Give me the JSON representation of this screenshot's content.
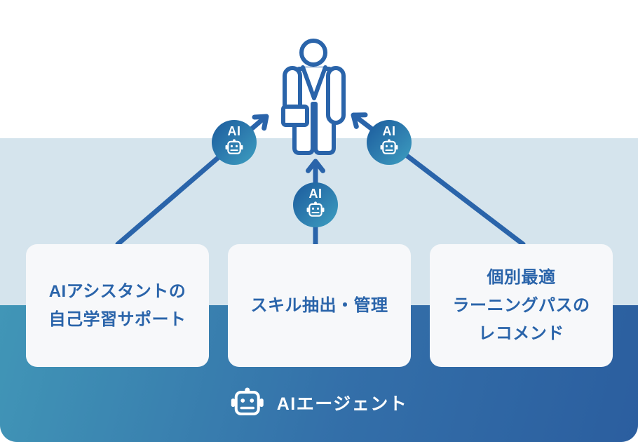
{
  "badges": [
    {
      "label": "AI"
    },
    {
      "label": "AI"
    },
    {
      "label": "AI"
    }
  ],
  "cards": [
    {
      "lines": [
        "AIアシスタントの",
        "自己学習サポート"
      ]
    },
    {
      "lines": [
        "スキル抽出・管理"
      ]
    },
    {
      "lines": [
        "個別最適",
        "ラーニングパスの",
        "レコメンド"
      ]
    }
  ],
  "footer": {
    "label": "AIエージェント"
  },
  "colors": {
    "accent_blue": "#2a64aa",
    "band_light_blue": "#d5e4ed",
    "band_gradient_start": "#4196b7",
    "band_gradient_end": "#2b5e9f",
    "badge_gradient_start": "#1b5b9d",
    "badge_gradient_end": "#3d9fc1",
    "card_background": "#f7f8fa",
    "card_text_blue": "#2a64aa",
    "footer_text": "#ffffff"
  }
}
